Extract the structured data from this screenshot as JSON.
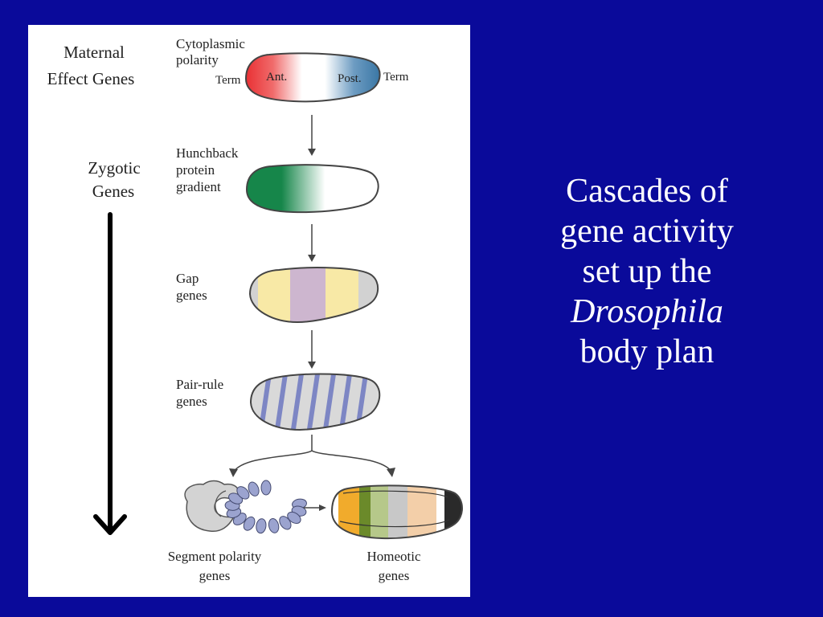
{
  "diagram": {
    "left_labels": {
      "maternal": [
        "Maternal",
        "Effect Genes"
      ],
      "zygotic": [
        "Zygotic",
        "Genes"
      ]
    },
    "stages": {
      "cytoplasmic": {
        "label": [
          "Cytoplasmic",
          "polarity"
        ],
        "term_left": "Term",
        "ant": "Ant.",
        "post": "Post.",
        "term_right": "Term"
      },
      "hunchback": {
        "label": [
          "Hunchback",
          "protein",
          "gradient"
        ]
      },
      "gap": {
        "label": [
          "Gap",
          "genes"
        ]
      },
      "pair_rule": {
        "label": [
          "Pair-rule",
          "genes"
        ]
      },
      "segment_polarity": {
        "label": [
          "Segment polarity",
          "genes"
        ]
      },
      "homeotic": {
        "label": [
          "Homeotic",
          "genes"
        ]
      }
    },
    "colors": {
      "anterior_red": "#e8262a",
      "posterior_blue": "#2e6e9e",
      "hunchback_green": "#16864a",
      "gap_yellow": "#f8e9a6",
      "gap_purple": "#cdb6cf",
      "gap_gray": "#d2d2d2",
      "pair_rule_stripe": "#7d86c4",
      "homeotic_orange": "#f1ab2c",
      "homeotic_green": "#6b8a2a",
      "homeotic_sage": "#b6c88a",
      "homeotic_gray": "#c8c8c8",
      "homeotic_peach": "#f3cfa9",
      "homeotic_black": "#2a2a2a"
    }
  },
  "caption": {
    "line1": "Cascades of",
    "line2": "gene activity",
    "line3": "set up the",
    "line4_italic": "Drosophila",
    "line5": "body plan"
  }
}
